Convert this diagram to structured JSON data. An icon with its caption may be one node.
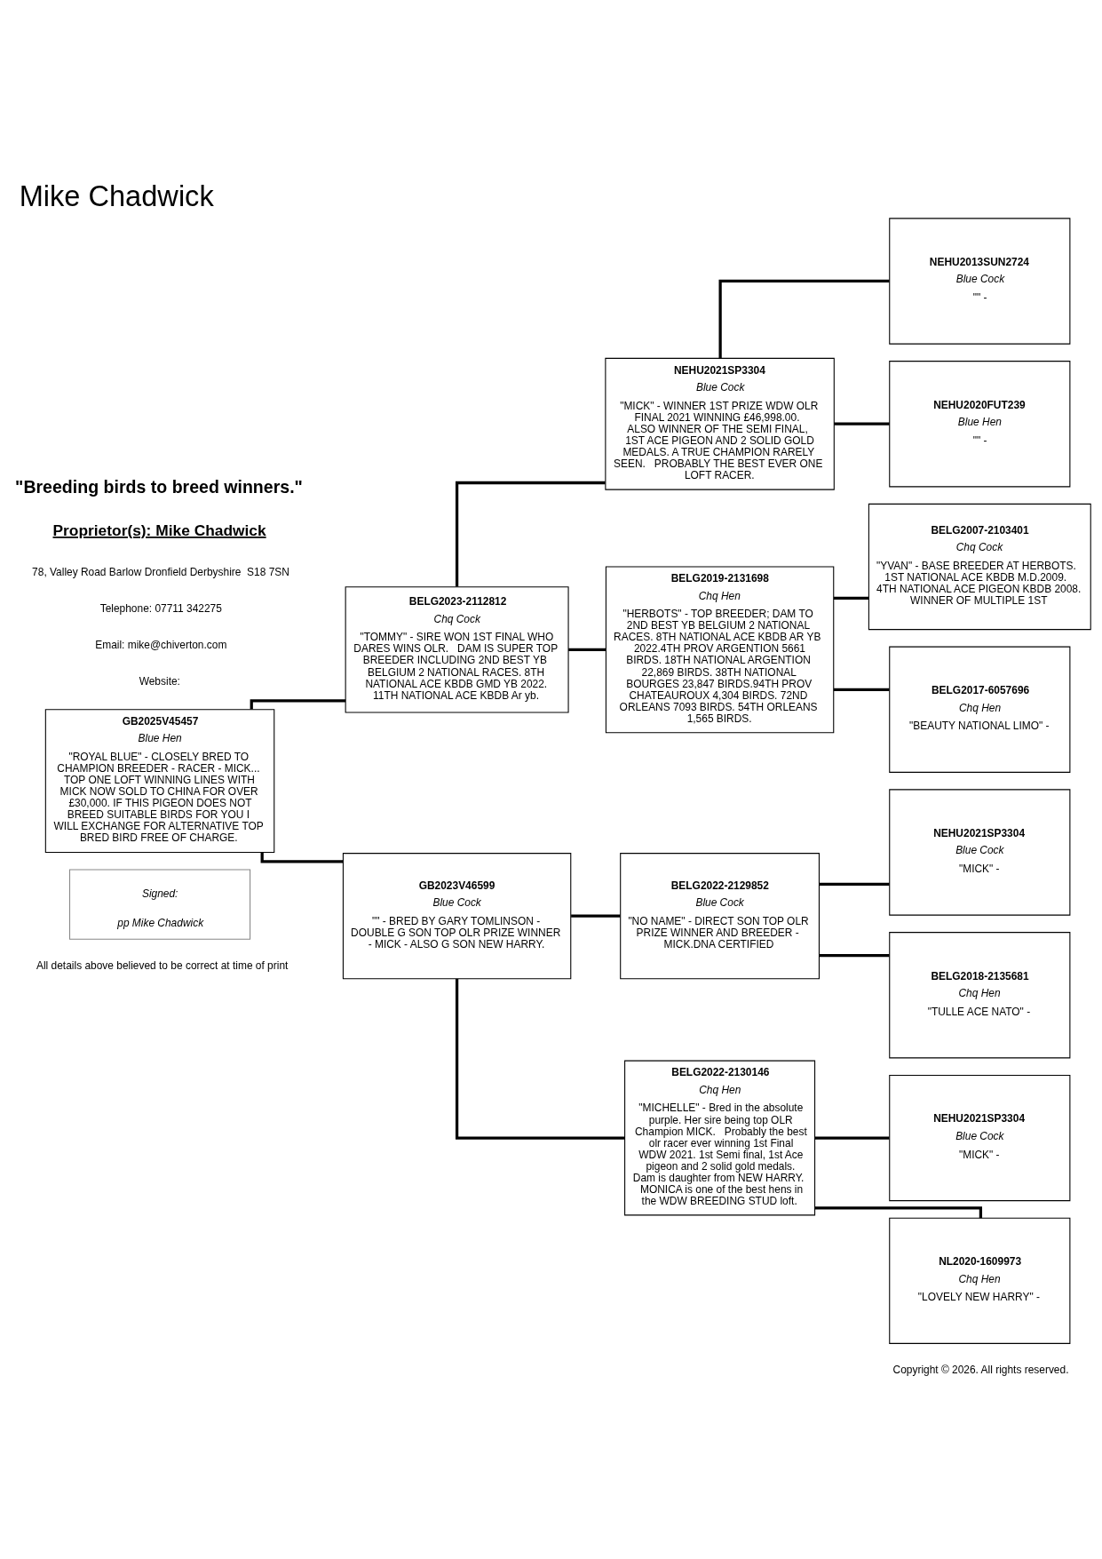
{
  "diagram": {
    "title": "Mike Chadwick",
    "nodes": [
      {
        "text": [
          "GB2025V45457",
          "Blue Hen",
          "\"ROYAL BLUE\" - CLOSELY BRED TO CHAMPION BREEDER - RACER - MICK... TOP ONE LOFT WINNING LINES WITH MICK NOW SOLD TO CHINA FOR OVER £30,000. IF THIS PIGEON DOES NOT BREED SUITABLE BIRDS FOR YOU I WILL EXCHANGE FOR ALTERNATIVE TOP BRED BIRD FREE OF CHARGE."
        ]
      },
      {
        "text": [
          "BELG2023-2112812",
          "Chq Cock",
          "\"TOMMY\" - SIRE WON 1ST FINAL WHO DARES WINS OLR.   DAM IS SUPER TOP BREEDER INCLUDING 2ND BEST YB BELGIUM 2 NATIONAL RACES. 8TH NATIONAL ACE KBDB GMD YB 2022. 11TH NATIONAL ACE KBDB Ar yb."
        ]
      },
      {
        "text": [
          "NEHU2021SP3304",
          "Blue Cock",
          "\"MICK\" - WINNER 1ST PRIZE WDW OLR FINAL 2021 WINNING £46,998.00.   ALSO WINNER OF THE SEMI FINAL,  1ST ACE PIGEON AND 2 SOLID GOLD MEDALS. A TRUE CHAMPION RARELY SEEN.   PROBABLY THE BEST EVER ONE LOFT RACER."
        ]
      },
      {
        "text": [
          "NEHU2013SUN2724",
          "Blue Cock",
          "\"\" -"
        ]
      },
      {
        "text": [
          "NEHU2020FUT239",
          "Blue Hen",
          "\"\" -"
        ]
      },
      {
        "text": [
          "BELG2019-2131698",
          "Chq Hen",
          "\"HERBOTS\" - TOP BREEDER; DAM TO 2ND BEST YB BELGIUM 2 NATIONAL RACES. 8TH NATIONAL ACE KBDB AR YB 2022.4TH PROV ARGENTION 5661 BIRDS. 18TH NATIONAL ARGENTION 22,869 BIRDS. 38TH NATIONAL BOURGES 23,847 BIRDS.94TH PROV CHATEAUROUX 4,304 BIRDS. 72ND ORLEANS 7093 BIRDS. 54TH ORLEANS 1,565 BIRDS."
        ]
      },
      {
        "text": [
          "BELG2007-2103401",
          "Chq Cock",
          "\"YVAN\" - BASE BREEDER AT HERBOTS.  1ST NATIONAL ACE KBDB M.D.2009.   4TH NATIONAL ACE PIGEON KBDB 2008.   WINNER OF MULTIPLE 1ST"
        ]
      },
      {
        "text": [
          "BELG2017-6057696",
          "Chq Hen",
          "\"BEAUTY NATIONAL LIMO\" -"
        ]
      },
      {
        "text": [
          "GB2023V46599",
          "Blue Cock",
          "\"\" - BRED BY GARY TOMLINSON - DOUBLE G SON TOP OLR PRIZE WINNER - MICK - ALSO G SON NEW HARRY."
        ]
      },
      {
        "text": [
          "BELG2022-2129852",
          "Blue Cock",
          "\"NO NAME\" - DIRECT SON TOP OLR PRIZE WINNER AND BREEDER - MICK.DNA CERTIFIED"
        ]
      },
      {
        "text": [
          "NEHU2021SP3304",
          "Blue Cock",
          "\"MICK\" -"
        ]
      },
      {
        "text": [
          "BELG2018-2135681",
          "Chq Hen",
          "\"TULLE ACE NATO\" -"
        ]
      },
      {
        "text": [
          "BELG2022-2130146",
          "Chq Hen",
          "\"MICHELLE\" - Bred in the absolute purple. Her sire being top OLR Champion MICK.   Probably the best olr racer ever winning 1st Final WDW 2021. 1st Semi final, 1st Ace pigeon and 2 solid gold medals.  Dam is daughter from NEW HARRY.  MONICA is one of the best hens in the WDW BREEDING STUD loft."
        ]
      },
      {
        "text": [
          "NEHU2021SP3304",
          "Blue Cock",
          "\"MICK\" -"
        ]
      },
      {
        "text": [
          "NL2020-1609973",
          "Chq Hen",
          "\"LOVELY NEW HARRY\" -"
        ]
      },
      {
        "text": [
          "Signed:",
          "pp Mike Chadwick"
        ]
      }
    ],
    "edges": [
      {
        "from": 0,
        "to": 1,
        "arrow": "none"
      },
      {
        "from": 0,
        "to": 8,
        "arrow": "none"
      },
      {
        "from": 1,
        "to": 2,
        "arrow": "none"
      },
      {
        "from": 1,
        "to": 5,
        "arrow": "none"
      },
      {
        "from": 2,
        "to": 3,
        "arrow": "none"
      },
      {
        "from": 2,
        "to": 4,
        "arrow": "none"
      },
      {
        "from": 5,
        "to": 6,
        "arrow": "none"
      },
      {
        "from": 5,
        "to": 7,
        "arrow": "none"
      },
      {
        "from": 8,
        "to": 9,
        "arrow": "none"
      },
      {
        "from": 8,
        "to": 12,
        "arrow": "none"
      },
      {
        "from": 9,
        "to": 10,
        "arrow": "none"
      },
      {
        "from": 9,
        "to": 11,
        "arrow": "none"
      },
      {
        "from": 12,
        "to": 13,
        "arrow": "none"
      },
      {
        "from": 12,
        "to": 14,
        "arrow": "none"
      }
    ],
    "labels": [
      "\"Breeding birds to breed winners.\"",
      "Proprietor(s): Mike Chadwick",
      "78, Valley Road Barlow Dronfield Derbyshire  S18 7SN",
      "Telephone: 07711 342275",
      "Email: mike@chiverton.com",
      "Website:",
      "All details above believed to be correct at time of print",
      "Copyright © 2026. All rights reserved."
    ]
  }
}
